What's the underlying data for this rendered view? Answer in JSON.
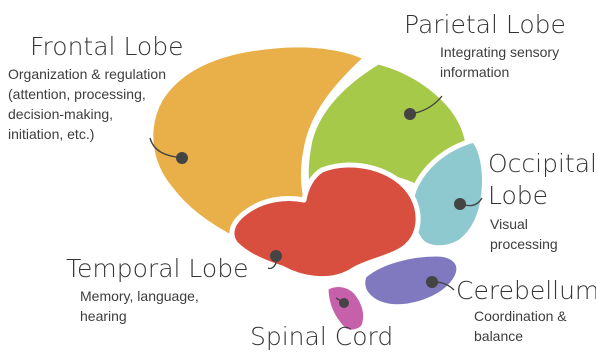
{
  "labels": {
    "frontal": {
      "title": "Frontal Lobe",
      "lines": [
        "Organization & regulation",
        "(attention, processing,",
        "decision-making,",
        "initiation, etc.)"
      ]
    },
    "parietal": {
      "title": "Parietal Lobe",
      "lines": [
        "Integrating sensory",
        "information"
      ]
    },
    "occipital": {
      "title_lines": [
        "Occipital",
        "Lobe"
      ],
      "lines": [
        "Visual",
        "processing"
      ]
    },
    "temporal": {
      "title": "Temporal Lobe",
      "lines": [
        "Memory, language,",
        "hearing"
      ]
    },
    "cerebellum": {
      "title": "Cerebellum",
      "lines": [
        "Coordination &",
        "balance"
      ]
    },
    "spinal": {
      "title": "Spinal Cord"
    }
  },
  "colors": {
    "frontal": "#e9b04a",
    "parietal": "#a6c94a",
    "occipital": "#8dc9cf",
    "temporal": "#d84f40",
    "cerebellum": "#8079c0",
    "spinal": "#c760aa",
    "pointer": "#444444"
  }
}
